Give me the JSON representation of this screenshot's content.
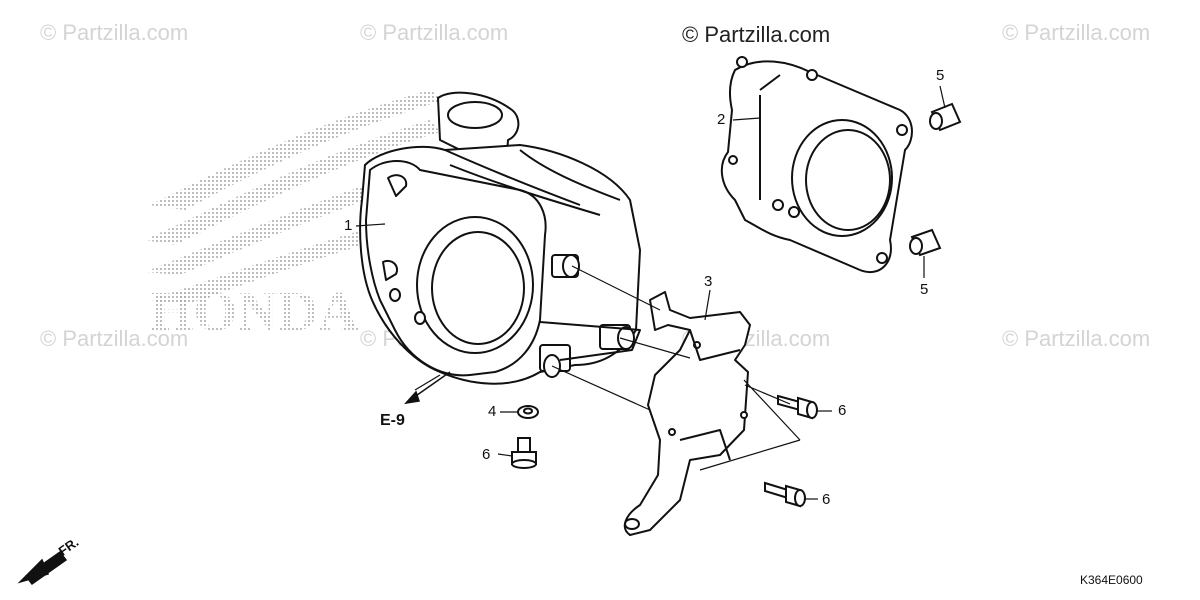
{
  "watermarks": {
    "main": "© Partzilla.com",
    "repeat": "© Partzilla.com"
  },
  "logo_text": "HONDA",
  "callouts": {
    "cylinder": "1",
    "gasket": "2",
    "bracket": "3",
    "washer": "4",
    "dowel_top": "5",
    "dowel_bottom": "5",
    "bolt_upper_right": "6",
    "bolt_lower_right": "6",
    "bolt_left": "6"
  },
  "reference_label": "E-9",
  "front_label": "FR.",
  "diagram_code": "K364E0600",
  "colors": {
    "line": "#111111",
    "watermark": "#d4d4d4",
    "dots": "#9a9a9a"
  }
}
